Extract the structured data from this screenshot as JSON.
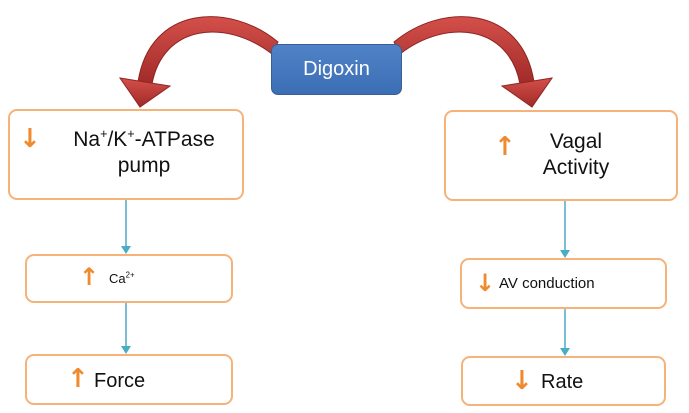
{
  "drug": {
    "label": "Digoxin"
  },
  "left": {
    "pump": {
      "arrow": "down",
      "line1_a": "Na",
      "line1_sup1": "+",
      "line1_b": "/K",
      "line1_sup2": "+",
      "line1_c": "-ATPase",
      "line2": "pump"
    },
    "calcium": {
      "arrow": "up",
      "text": "Ca",
      "sup": "2+"
    },
    "force": {
      "arrow": "up",
      "text": "Force"
    }
  },
  "right": {
    "vagal": {
      "arrow": "up",
      "line1": "Vagal",
      "line2": "Activity"
    },
    "av": {
      "arrow": "down",
      "text": "AV conduction"
    },
    "rate": {
      "arrow": "down",
      "text": "Rate"
    }
  },
  "colors": {
    "drug_box": "#4472c4",
    "box_border": "#f5b37a",
    "direction_arrow": "#f08a2f",
    "curved_arrow": "#c0393a",
    "connector": "#4bacc6"
  },
  "icons": {
    "up": "up-arrow-icon",
    "down": "down-arrow-icon"
  }
}
